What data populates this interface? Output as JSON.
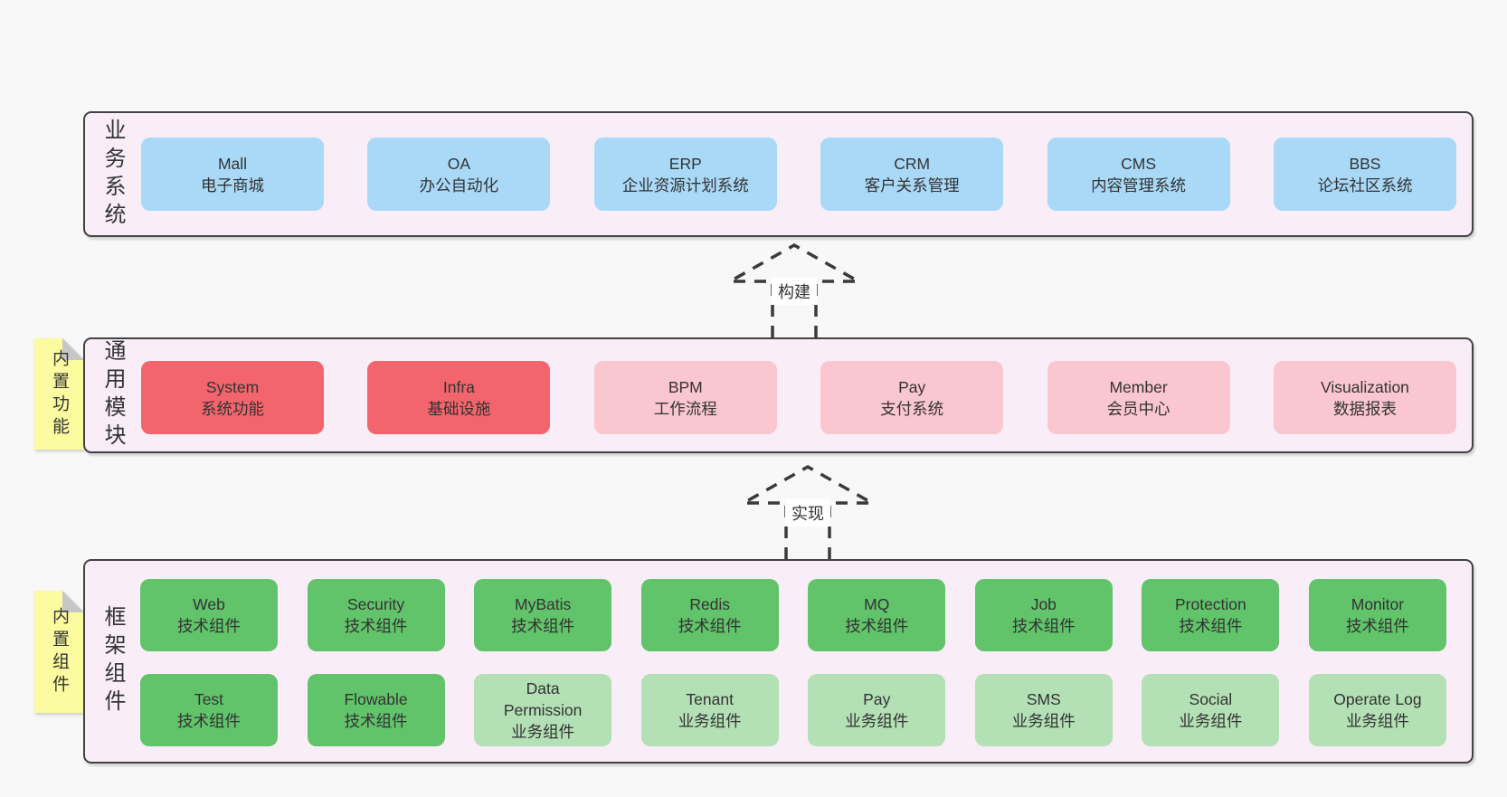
{
  "palette": {
    "page_bg": "#f8f8f8",
    "container_bg": "#f9eef7",
    "container_border": "#424242",
    "blue": "#a9d9f7",
    "red": "#f2656c",
    "pink": "#fac6d0",
    "green": "#61c36a",
    "light_green": "#b3e0b5",
    "note_yellow": "#fbfba0",
    "text": "#333333"
  },
  "sections": [
    {
      "label": "业务系统",
      "boxes": [
        {
          "title": "Mall",
          "subtitle": "电子商城",
          "variant": "blue"
        },
        {
          "title": "OA",
          "subtitle": "办公自动化",
          "variant": "blue"
        },
        {
          "title": "ERP",
          "subtitle": "企业资源计划系统",
          "variant": "blue"
        },
        {
          "title": "CRM",
          "subtitle": "客户关系管理",
          "variant": "blue"
        },
        {
          "title": "CMS",
          "subtitle": "内容管理系统",
          "variant": "blue"
        },
        {
          "title": "BBS",
          "subtitle": "论坛社区系统",
          "variant": "blue"
        }
      ]
    },
    {
      "label": "通用模块",
      "boxes": [
        {
          "title": "System",
          "subtitle": "系统功能",
          "variant": "red"
        },
        {
          "title": "Infra",
          "subtitle": "基础设施",
          "variant": "red"
        },
        {
          "title": "BPM",
          "subtitle": "工作流程",
          "variant": "pink"
        },
        {
          "title": "Pay",
          "subtitle": "支付系统",
          "variant": "pink"
        },
        {
          "title": "Member",
          "subtitle": "会员中心",
          "variant": "pink"
        },
        {
          "title": "Visualization",
          "subtitle": "数据报表",
          "variant": "pink"
        }
      ]
    },
    {
      "label": "框架组件",
      "rows": [
        [
          {
            "title": "Web",
            "subtitle": "技术组件",
            "variant": "green"
          },
          {
            "title": "Security",
            "subtitle": "技术组件",
            "variant": "green"
          },
          {
            "title": "MyBatis",
            "subtitle": "技术组件",
            "variant": "green"
          },
          {
            "title": "Redis",
            "subtitle": "技术组件",
            "variant": "green"
          },
          {
            "title": "MQ",
            "subtitle": "技术组件",
            "variant": "green"
          },
          {
            "title": "Job",
            "subtitle": "技术组件",
            "variant": "green"
          },
          {
            "title": "Protection",
            "subtitle": "技术组件",
            "variant": "green"
          },
          {
            "title": "Monitor",
            "subtitle": "技术组件",
            "variant": "green"
          }
        ],
        [
          {
            "title": "Test",
            "subtitle": "技术组件",
            "variant": "green"
          },
          {
            "title": "Flowable",
            "subtitle": "技术组件",
            "variant": "green"
          },
          {
            "title": "Data Permission",
            "subtitle": "业务组件",
            "variant": "lightgreen"
          },
          {
            "title": "Tenant",
            "subtitle": "业务组件",
            "variant": "lightgreen"
          },
          {
            "title": "Pay",
            "subtitle": "业务组件",
            "variant": "lightgreen"
          },
          {
            "title": "SMS",
            "subtitle": "业务组件",
            "variant": "lightgreen"
          },
          {
            "title": "Social",
            "subtitle": "业务组件",
            "variant": "lightgreen"
          },
          {
            "title": "Operate Log",
            "subtitle": "业务组件",
            "variant": "lightgreen"
          }
        ]
      ]
    }
  ],
  "arrows": [
    {
      "label": "构建"
    },
    {
      "label": "实现"
    }
  ],
  "notes": [
    {
      "text": "内置功能"
    },
    {
      "text": "内置组件"
    }
  ]
}
